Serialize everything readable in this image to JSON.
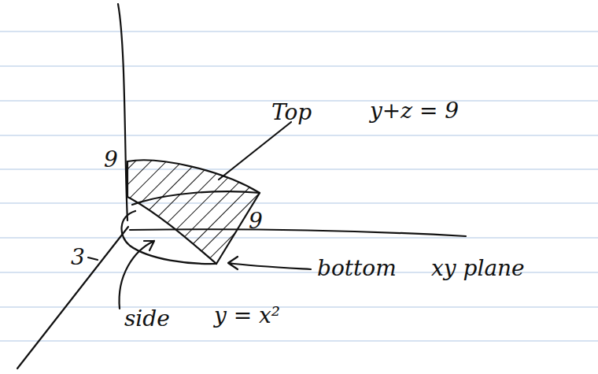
{
  "diagram": {
    "labels": [
      "Top",
      "y+z = 9",
      "9",
      "9",
      "3",
      "bottom",
      "xy plane",
      "side",
      "y = x²"
    ]
  }
}
